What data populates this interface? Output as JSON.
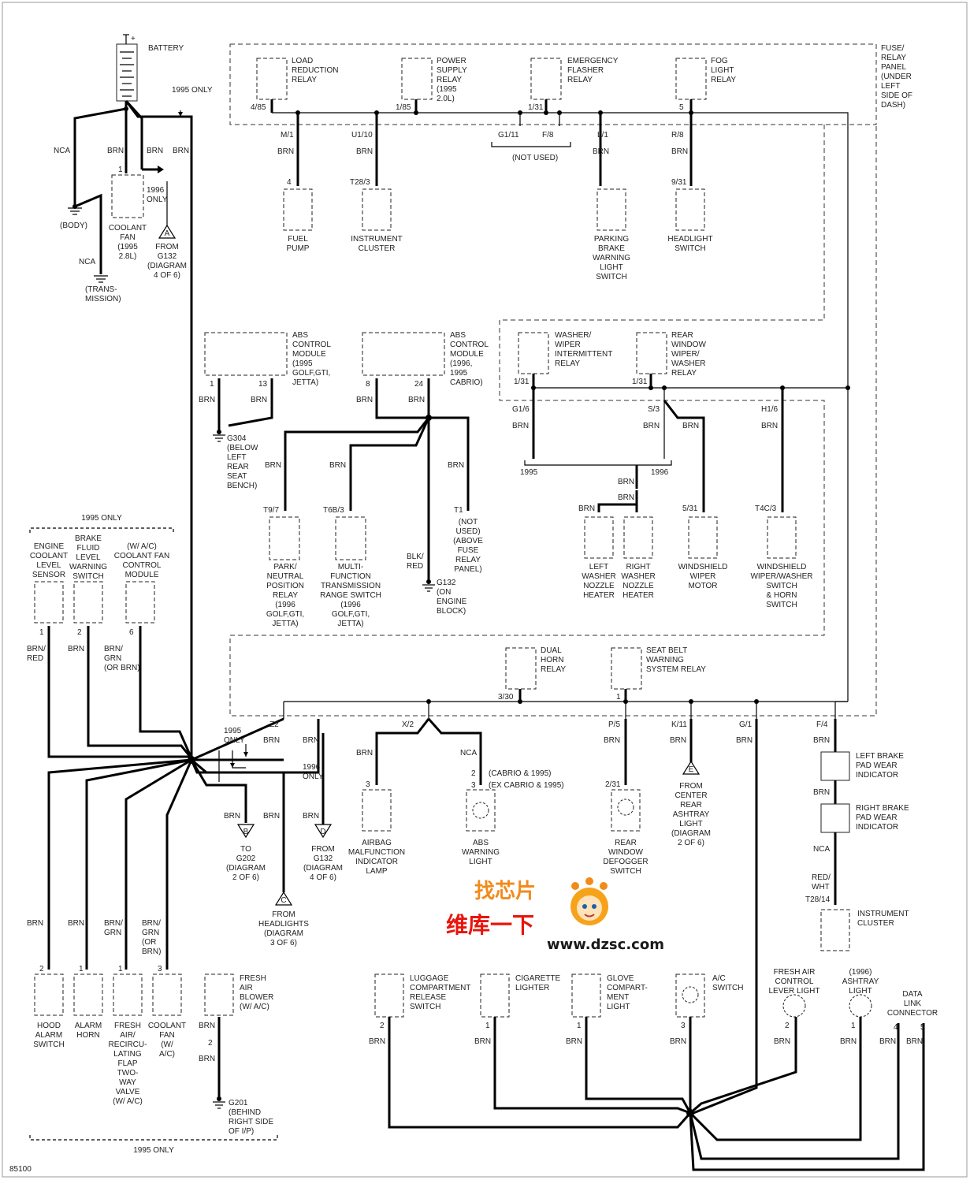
{
  "diagram_id": "85100",
  "battery": {
    "label": "BATTERY",
    "plus": "+"
  },
  "top_left": {
    "note_1995_only": "1995 ONLY",
    "nca1": "NCA",
    "brn1": "BRN",
    "brn2": "BRN",
    "brn3": "BRN",
    "body": "(BODY)",
    "nca2": "NCA",
    "transmission": "(TRANS-\nMISSION)",
    "coolant_pin": "1",
    "coolant_fan": "COOLANT\nFAN\n(1995\n2.8L)",
    "only_1996": "1996\nONLY",
    "from_g132_a_letter": "A",
    "from_g132_a": "FROM\nG132\n(DIAGRAM\n4 OF 6)"
  },
  "fuse_panel": {
    "label": "FUSE/\nRELAY\nPANEL\n(UNDER\nLEFT\nSIDE OF\nDASH)",
    "relays": [
      {
        "name": "LOAD\nREDUCTION\nRELAY",
        "pin": "4/85"
      },
      {
        "name": "POWER\nSUPPLY\nRELAY\n(1995\n2.0L)",
        "pin": "1/85"
      },
      {
        "name": "EMERGENCY\nFLASHER\nRELAY",
        "pin": "1/31"
      },
      {
        "name": "FOG\nLIGHT\nRELAY",
        "pin": "5"
      }
    ],
    "connectors": [
      "M/1",
      "U1/10",
      "G1/11",
      "F/8",
      "L/1",
      "R/8"
    ],
    "not_used": "(NOT USED)",
    "brn": "BRN"
  },
  "row1_components": [
    {
      "pin": "4",
      "name": "FUEL\nPUMP"
    },
    {
      "pin": "T28/3",
      "name": "INSTRUMENT\nCLUSTER"
    },
    {
      "pin": "",
      "name": "PARKING\nBRAKE\nWARNING\nLIGHT\nSWITCH"
    },
    {
      "pin": "9/31",
      "name": "HEADLIGHT\nSWITCH"
    }
  ],
  "abs": [
    {
      "name": "ABS\nCONTROL\nMODULE\n(1995\nGOLF,GTI,\nJETTA)",
      "pin_a": "1",
      "pin_b": "13"
    },
    {
      "name": "ABS\nCONTROL\nMODULE\n(1996,\n1995\nCABRIO)",
      "pin_a": "8",
      "pin_b": "24"
    }
  ],
  "g304": "G304\n(BELOW\nLEFT\nREAR\nSEAT\nBENCH)",
  "g132_engine": "G132\n(ON\nENGINE\nBLOCK)",
  "blk_red": "BLK/\nRED",
  "mid_components": [
    {
      "pin": "T9/7",
      "name": "PARK/\nNEUTRAL\nPOSITION\nRELAY\n(1996\nGOLF,GTI,\nJETTA)"
    },
    {
      "pin": "T6B/3",
      "name": "MULTI-\nFUNCTION\nTRANSMISSION\nRANGE SWITCH\n(1996\nGOLF,GTI,\nJETTA)"
    },
    {
      "pin": "T1",
      "name": "(NOT\nUSED)\n(ABOVE\nFUSE\nRELAY\nPANEL)"
    }
  ],
  "washer_relays": [
    {
      "name": "WASHER/\nWIPER\nINTERMITTENT\nRELAY",
      "pin": "1/31"
    },
    {
      "name": "REAR\nWINDOW\nWIPER/\nWASHER\nRELAY",
      "pin": "1/31"
    }
  ],
  "washer_connectors": [
    "G1/6",
    "S/3",
    "H1/6"
  ],
  "year_1995": "1995",
  "year_1996": "1996",
  "washer_components": [
    {
      "pin": "",
      "name": "LEFT\nWASHER\nNOZZLE\nHEATER"
    },
    {
      "pin": "",
      "name": "RIGHT\nWASHER\nNOZZLE\nHEATER"
    },
    {
      "pin": "5/31",
      "name": "WINDSHIELD\nWIPER\nMOTOR"
    },
    {
      "pin": "T4C/3",
      "name": "WINDSHIELD\nWIPER/WASHER\nSWITCH\n& HORN\nSWITCH"
    }
  ],
  "left_1995": {
    "header": "1995 ONLY",
    "items": [
      {
        "name": "ENGINE\nCOOLANT\nLEVEL\nSENSOR",
        "pin": "1",
        "wire": "BRN/\nRED"
      },
      {
        "name": "BRAKE\nFLUID\nLEVEL\nWARNING\nSWITCH",
        "pin": "2",
        "wire": "BRN"
      },
      {
        "name": "(W/ A/C)\nCOOLANT FAN\nCONTROL\nMODULE",
        "pin": "6",
        "wire": "BRN/\nGRN\n(OR BRN)"
      }
    ]
  },
  "lower_panel": {
    "relays": [
      {
        "name": "DUAL\nHORN\nRELAY",
        "pin": "3/30"
      },
      {
        "name": "SEAT BELT\nWARNING\nSYSTEM RELAY",
        "pin": "1"
      }
    ],
    "connectors": [
      "Z2",
      "X/2",
      "P/5",
      "K/11",
      "G/1",
      "F/4"
    ]
  },
  "splice_left": {
    "only_1995": "1995\nONLY",
    "only_1996": "1996\nONLY",
    "b_letter": "B",
    "to_g202": "TO\nG202\n(DIAGRAM\n2 OF 6)",
    "c_letter": "C",
    "from_headlights": "FROM\nHEADLIGHTS\n(DIAGRAM\n3 OF 6)",
    "d_letter": "D",
    "from_g132_d": "FROM\nG132\n(DIAGRAM\n4 OF 6)"
  },
  "lower_mid": [
    {
      "pin": "3",
      "name": "AIRBAG\nMALFUNCTION\nINDICATOR\nLAMP"
    },
    {
      "pin": "3",
      "name": "ABS\nWARNING\nLIGHT"
    },
    {
      "pin": "2/31",
      "name": "REAR\nWINDOW\nDEFOGGER\nSWITCH"
    }
  ],
  "abs_notes": {
    "cabrio": "(CABRIO & 1995)",
    "ex_cabrio": "(EX CABRIO & 1995)",
    "pin2": "2",
    "pin3": "3"
  },
  "from_center_ashtray": {
    "letter": "E",
    "text": "FROM\nCENTER\nREAR\nASHTRAY\nLIGHT\n(DIAGRAM\n2 OF 6)"
  },
  "brake_pads": {
    "left": "LEFT BRAKE\nPAD WEAR\nINDICATOR",
    "right": "RIGHT BRAKE\nPAD WEAR\nINDICATOR",
    "nca": "NCA",
    "red_wht": "RED/\nWHT",
    "pin": "T28/14",
    "cluster": "INSTRUMENT\nCLUSTER"
  },
  "bottom_left": [
    {
      "pin": "2",
      "wire": "BRN",
      "name": "HOOD\nALARM\nSWITCH"
    },
    {
      "pin": "1",
      "wire": "BRN",
      "name": "ALARM\nHORN"
    },
    {
      "pin": "1",
      "wire": "BRN/\nGRN",
      "name": "FRESH\nAIR/\nRECIRCU-\nLATING\nFLAP\nTWO-\nWAY\nVALVE\n(W/ A/C)"
    },
    {
      "pin": "3",
      "wire": "BRN/\nGRN\n(OR\nBRN)",
      "name": "COOLANT\nFAN\n(W/\nA/C)"
    }
  ],
  "fresh_air_blower": {
    "name": "FRESH\nAIR\nBLOWER\n(W/ A/C)",
    "pin": "2",
    "g201": "G201\n(BEHIND\nRIGHT SIDE\nOF I/P)"
  },
  "bottom_1995": "1995 ONLY",
  "bottom_right": [
    {
      "name": "LUGGAGE\nCOMPARTMENT\nRELEASE\nSWITCH",
      "pin": "2"
    },
    {
      "name": "CIGARETTE\nLIGHTER",
      "pin": "1"
    },
    {
      "name": "GLOVE\nCOMPART-\nMENT\nLIGHT",
      "pin": "1"
    },
    {
      "name": "A/C\nSWITCH",
      "pin": "3"
    },
    {
      "name": "FRESH AIR\nCONTROL\nLEVER LIGHT",
      "pin": "2"
    },
    {
      "name": "(1996)\nASHTRAY\nLIGHT",
      "pin": "1"
    },
    {
      "name": "DATA\nLINK\nCONNECTOR",
      "pin": "4",
      "pin2": "5"
    }
  ],
  "watermark": {
    "cn1": "找芯片",
    "cn2": "维库一下",
    "url": "www.dzsc.com"
  },
  "colors": {
    "wire": "#000000",
    "watermark_orange": "#f28a1a",
    "watermark_red": "#e8140c"
  }
}
